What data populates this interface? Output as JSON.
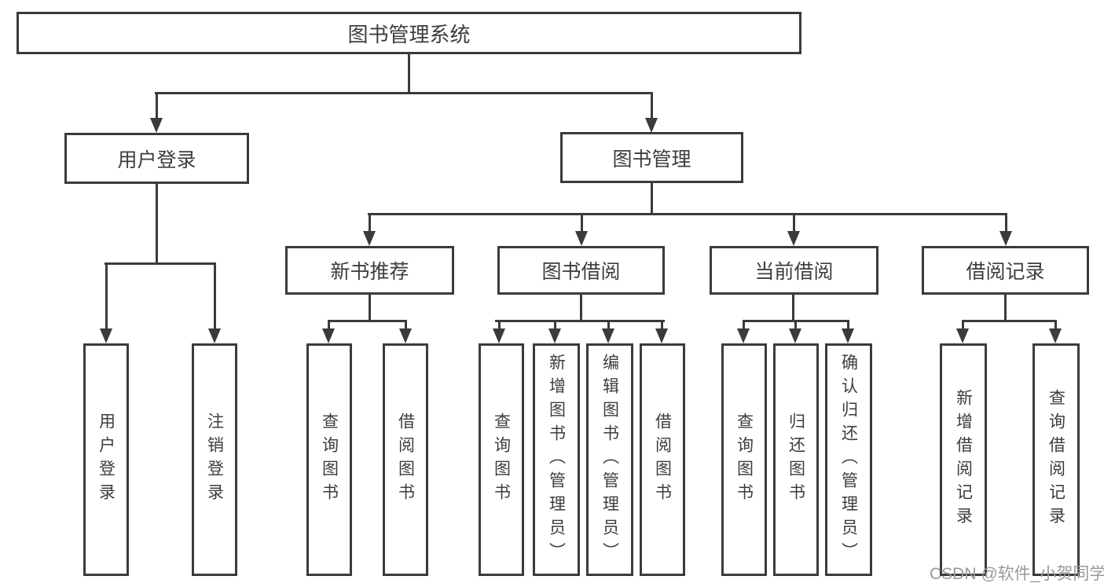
{
  "tree": {
    "root": "图书管理系统",
    "branches": [
      {
        "label": "用户登录",
        "children": [
          "用户登录",
          "注销登录"
        ]
      },
      {
        "label": "图书管理",
        "groups": [
          {
            "label": "新书推荐",
            "children": [
              "查询图书",
              "借阅图书"
            ]
          },
          {
            "label": "图书借阅",
            "children": [
              "查询图书",
              "新增图书（管理员）",
              "编辑图书（管理员）",
              "借阅图书"
            ]
          },
          {
            "label": "当前借阅",
            "children": [
              "查询图书",
              "归还图书",
              "确认归还（管理员）"
            ]
          },
          {
            "label": "借阅记录",
            "children": [
              "新增借阅记录",
              "查询借阅记录"
            ]
          }
        ]
      }
    ]
  },
  "watermark": {
    "text": "CSDN @软件_小贺同学"
  },
  "colors": {
    "stroke": "#3b3b3b",
    "text": "#3a3d41",
    "watermark": "#9a9a9a",
    "background": "#ffffff"
  }
}
